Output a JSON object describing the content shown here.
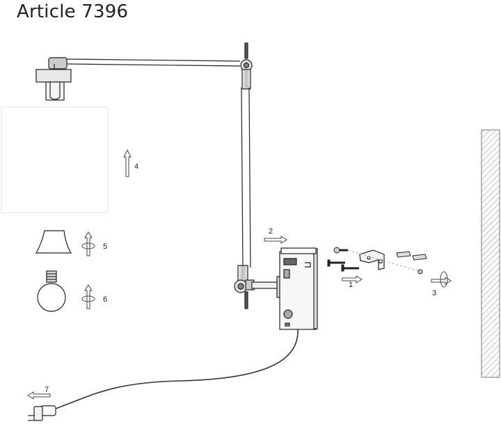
{
  "title": "Article 7396",
  "steps": [
    "1",
    "2",
    "3",
    "4",
    "5",
    "6",
    "7"
  ]
}
